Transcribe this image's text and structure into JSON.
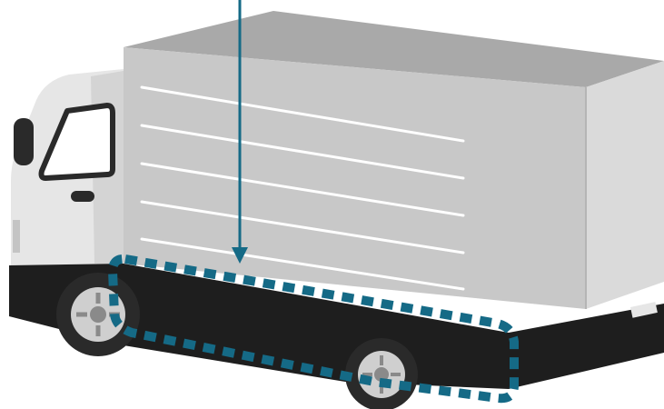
{
  "diagram": {
    "subject": "box-truck",
    "highlight": {
      "target": "lower-body-frame",
      "style": "dashed-outline",
      "color": "#156a86"
    },
    "pointer": {
      "style": "arrow",
      "direction": "down",
      "color": "#156a86"
    },
    "colors": {
      "cab": "#e6e6e6",
      "cab_shadow": "#cfcfcf",
      "cargo_box_side": "#c8c8c8",
      "cargo_box_roof": "#a9a9a9",
      "cargo_box_rear": "#dadada",
      "chassis": "#1e1e1e",
      "window": "#ffffff",
      "tire": "#2a2a2a",
      "rim": "#cfcfcf",
      "stripes": "#ffffff"
    }
  }
}
